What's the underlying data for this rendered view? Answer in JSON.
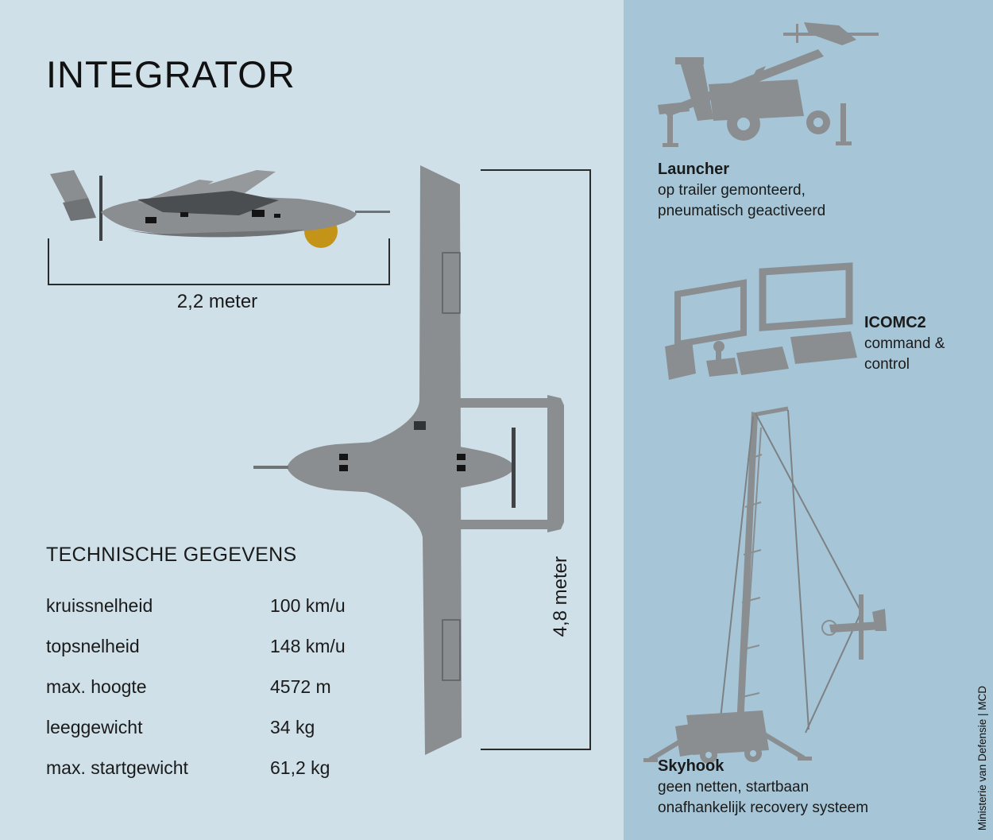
{
  "title": "INTEGRATOR",
  "dimensions": {
    "length_label": "2,2 meter",
    "wingspan_label": "4,8 meter"
  },
  "specs": {
    "heading": "TECHNISCHE GEGEVENS",
    "rows": [
      {
        "label": "kruissnelheid",
        "value": "100 km/u"
      },
      {
        "label": "topsnelheid",
        "value": "148 km/u"
      },
      {
        "label": "max. hoogte",
        "value": "4572 m"
      },
      {
        "label": "leeggewicht",
        "value": "34 kg"
      },
      {
        "label": "max. startgewicht",
        "value": "61,2 kg"
      }
    ]
  },
  "equipment": {
    "launcher": {
      "name": "Launcher",
      "description": "op trailer gemonteerd,\npneumatisch geactiveerd"
    },
    "icomc2": {
      "name": "ICOMC2",
      "description": "command &\ncontrol"
    },
    "skyhook": {
      "name": "Skyhook",
      "description": "geen netten, startbaan\nonafhankelijk recovery systeem"
    }
  },
  "credit": "Ministerie van Defensie | MCD",
  "colors": {
    "left_background": "#cfe0e9",
    "right_background": "#a6c6d7",
    "illustration_gray": "#8a8e91",
    "sensor_turret_yellow": "#c39417",
    "text": "#1a1a1a"
  },
  "illustrations": {
    "side_view": "drone-side-view-illustration",
    "top_view": "drone-top-view-illustration",
    "launcher": "launcher-trailer-illustration",
    "icomc2": "command-control-workstation-illustration",
    "skyhook": "skyhook-crane-illustration"
  }
}
